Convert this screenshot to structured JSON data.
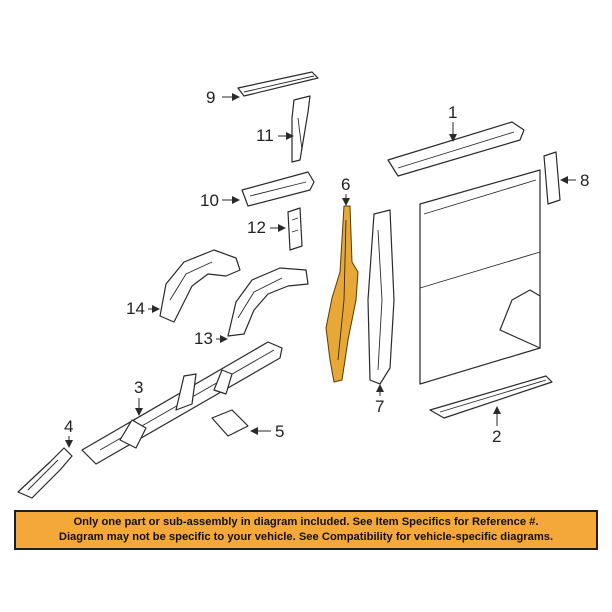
{
  "callouts": {
    "c1": "1",
    "c2": "2",
    "c3": "3",
    "c4": "4",
    "c5": "5",
    "c6": "6",
    "c7": "7",
    "c8": "8",
    "c9": "9",
    "c10": "10",
    "c11": "11",
    "c12": "12",
    "c13": "13",
    "c14": "14"
  },
  "highlight_color": "#e8a838",
  "banner": {
    "line1": "Only one part or sub-assembly in diagram included. See Item Specifics for Reference #.",
    "line2": "Diagram may not be specific to your vehicle. See Compatibility for vehicle-specific diagrams.",
    "background": "#f5a83a"
  }
}
